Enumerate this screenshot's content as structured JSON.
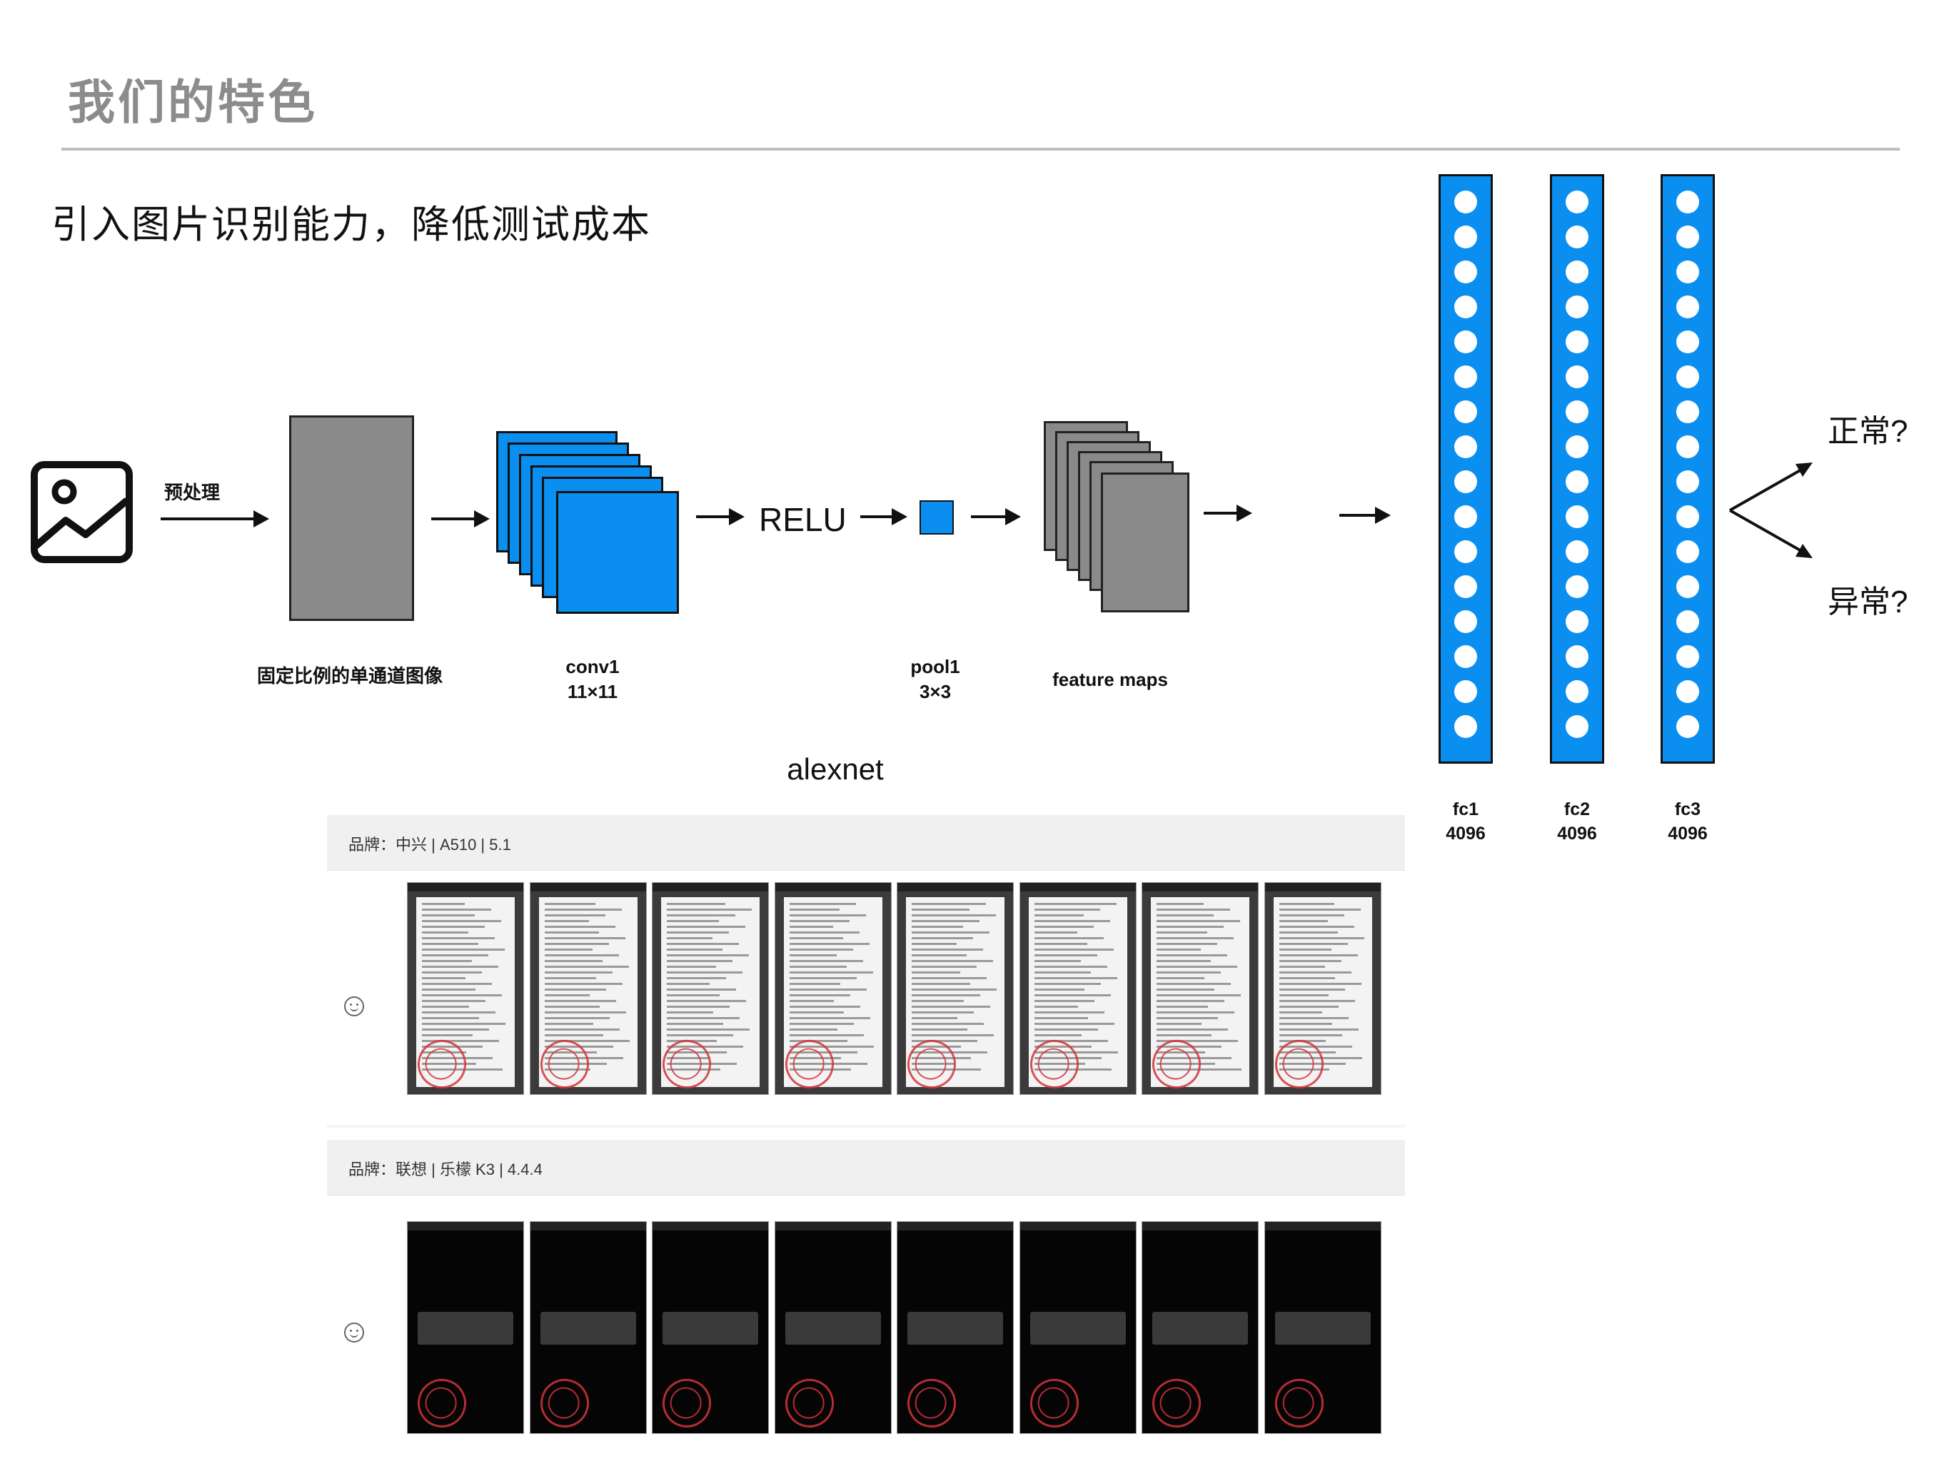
{
  "slide": {
    "title": "我们的特色",
    "subtitle": "引入图片识别能力，降低测试成本"
  },
  "diagram": {
    "preprocess_label": "预处理",
    "input_caption": "固定比例的单通道图像",
    "conv1_label": "conv1",
    "conv1_kernel": "11×11",
    "relu_label": "RELU",
    "pool1_label": "pool1",
    "pool1_kernel": "3×3",
    "feature_maps_label": "feature maps",
    "model_name": "alexnet",
    "fc_layers": [
      {
        "name": "fc1",
        "units": "4096"
      },
      {
        "name": "fc2",
        "units": "4096"
      },
      {
        "name": "fc3",
        "units": "4096"
      }
    ],
    "outputs": [
      "正常?",
      "异常?"
    ],
    "colors": {
      "layer_blue": "#0a8ff0",
      "map_gray": "#8a8a8a"
    },
    "icons": [
      "image-icon"
    ]
  },
  "screenshots": {
    "panels": [
      {
        "brand_label": "品牌：中兴 | A510 | 5.1",
        "theme": "light",
        "thumb_count": 8
      },
      {
        "brand_label": "品牌：联想 | 乐檬 K3 | 4.4.4",
        "theme": "dark",
        "thumb_count": 8
      }
    ]
  }
}
